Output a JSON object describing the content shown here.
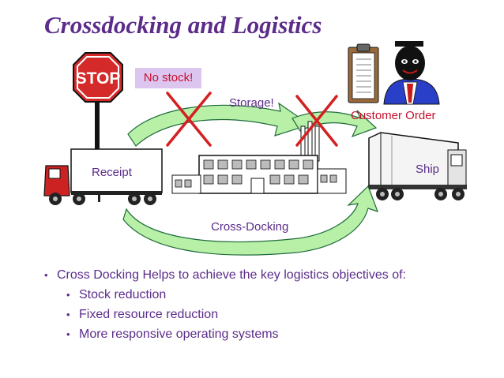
{
  "title": "Crossdocking and Logistics",
  "labels": {
    "no_stock": "No stock!",
    "storage": "Storage!",
    "customer_order": "Customer Order",
    "receipt": "Receipt",
    "ship": "Ship",
    "cross_docking": "Cross-Docking",
    "stop_sign": "STOP"
  },
  "bullets": [
    {
      "level": 1,
      "text": "Cross Docking Helps to achieve the key logistics objectives of:"
    },
    {
      "level": 2,
      "text": "Stock reduction"
    },
    {
      "level": 2,
      "text": "Fixed resource reduction"
    },
    {
      "level": 2,
      "text": "More responsive operating systems"
    }
  ],
  "colors": {
    "title": "#5b2c8a",
    "accent_red": "#c8102e",
    "arrow_fill": "#b8f0a8",
    "arrow_stroke": "#1f6b3a",
    "label_highlight": "#dcc6f0"
  },
  "icons": [
    "stop-sign-icon",
    "clipboard-icon",
    "person-icon",
    "truck-icon",
    "factory-icon",
    "cross-mark-icon"
  ]
}
